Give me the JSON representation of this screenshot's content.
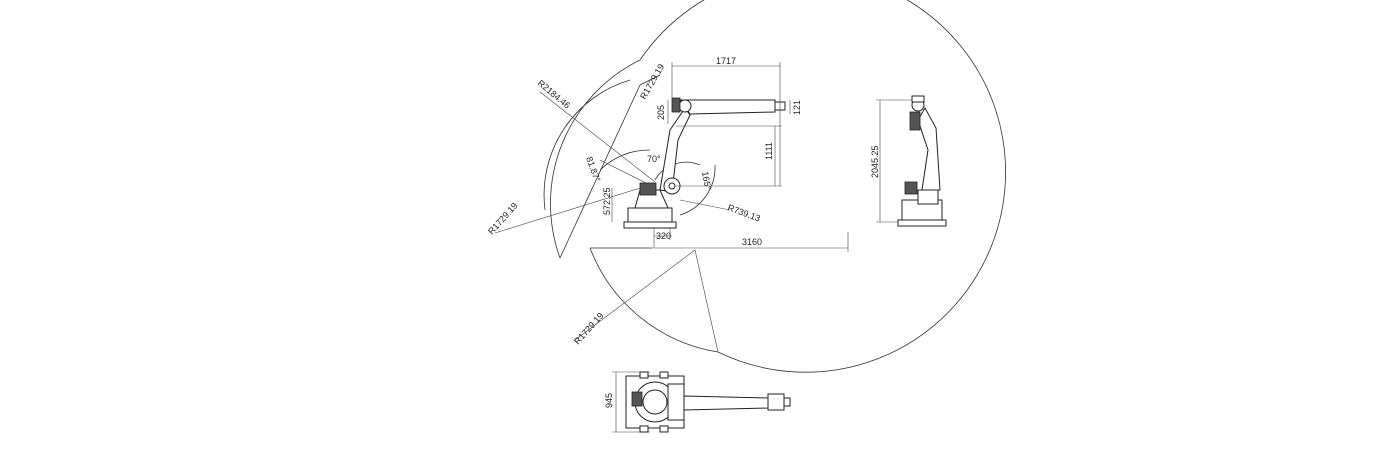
{
  "dimensions": {
    "reach_width": "1717",
    "arm_drop": "1111",
    "wrist_offset": "121",
    "upper_offset": "205",
    "radius_outer": "R2184.46",
    "radius_mid_top": "R1729.19",
    "radius_left": "R1729.19",
    "radius_bottom": "R1729.19",
    "radius_inner": "R739.13",
    "angle_upper": "70°",
    "angle_left": "81.87°",
    "angle_right": "165°",
    "base_height": "572.25",
    "base_offset": "320",
    "max_reach": "3160",
    "side_height": "2045.25",
    "top_width": "945"
  },
  "colors": {
    "line": "#333333",
    "fill": "#ffffff",
    "accent": "#555555"
  }
}
